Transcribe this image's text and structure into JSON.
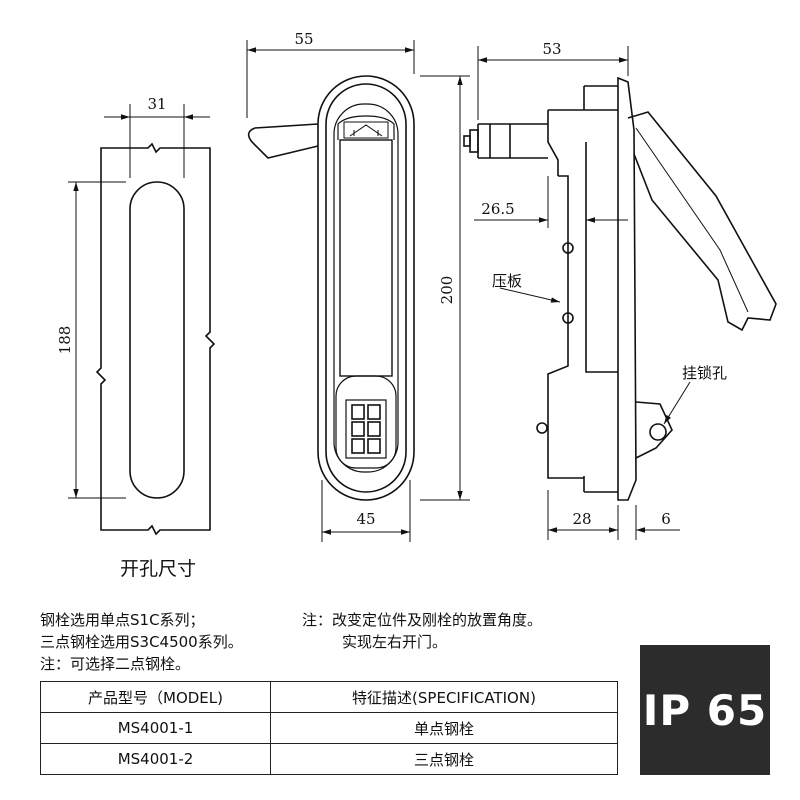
{
  "dimensions": {
    "cutout_width": "31",
    "cutout_height": "188",
    "handle_width": "55",
    "bottom_width": "45",
    "total_height": "200",
    "side_depth": "53",
    "side_offset": "26.5",
    "bottom_depth": "28",
    "bottom_edge": "6"
  },
  "labels": {
    "cutout_caption": "开孔尺寸",
    "pressure_plate": "压板",
    "padlock_hole": "挂锁孔"
  },
  "notes": {
    "left": [
      "钢栓选用单点S1C系列；",
      "三点钢栓选用S3C4500系列。",
      "注：可选择二点钢栓。"
    ],
    "right": [
      "注：改变定位件及刚栓的放置角度。",
      "实现左右开门。"
    ]
  },
  "table": {
    "headers": [
      "产品型号（MODEL)",
      "特征描述(SPECIFICATION)"
    ],
    "rows": [
      [
        "MS4001-1",
        "单点钢栓"
      ],
      [
        "MS4001-2",
        "三点钢栓"
      ]
    ]
  },
  "badge": {
    "text": "IP 65",
    "color": "#2c2c2c"
  }
}
